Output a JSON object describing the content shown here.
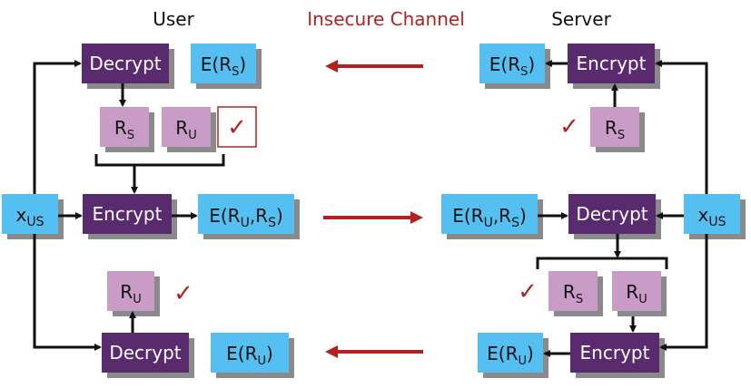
{
  "headers": {
    "user": "User",
    "channel": "Insecure Channel",
    "server": "Server"
  },
  "labels": {
    "decrypt": "Decrypt",
    "encrypt": "Encrypt",
    "x_main": "x",
    "x_sub": "US",
    "e_open": "E(",
    "e_close": ")",
    "r": "R",
    "s_sub": "S",
    "u_sub": "U",
    "comma": ",",
    "check": "✓"
  },
  "colors": {
    "dark_box": "#5a2a6e",
    "blue_box": "#54bff0",
    "lilac_box": "#c99bc7",
    "arrow_red": "#b22222",
    "header_red": "#b22222"
  }
}
